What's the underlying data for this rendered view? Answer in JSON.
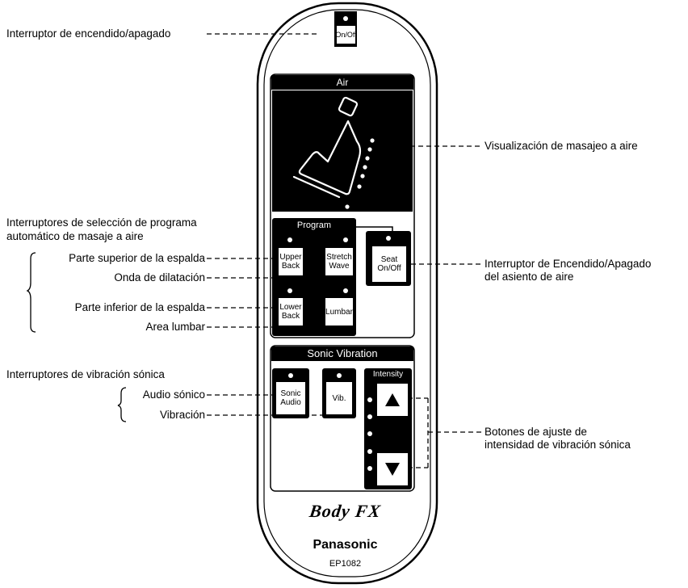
{
  "remote": {
    "on_off": "On/Off",
    "air_header": "Air",
    "program_header": "Program",
    "upper_back": "Upper\nBack",
    "stretch_wave": "Stretch\nWave",
    "seat_on_off": "Seat\nOn/Off",
    "lower_back": "Lower\nBack",
    "lumbar": "Lumbar",
    "sonic_header": "Sonic Vibration",
    "sonic_audio": "Sonic\nAudio",
    "vib": "Vib.",
    "intensity": "Intensity",
    "brand_logo": "Body FX",
    "brand": "Panasonic",
    "model": "EP1082"
  },
  "callouts": {
    "power_switch": "Interruptor de encendido/apagado",
    "air_display": "Visualización de masajeo a aire",
    "program_heading_1": "Interruptores de selección de programa",
    "program_heading_2": "automático de masaje a aire",
    "upper_back": "Parte superior de la espalda",
    "stretch_wave": "Onda de dilatación",
    "lower_back": "Parte inferior de la espalda",
    "lumbar": "Area lumbar",
    "seat_switch_1": "Interruptor de Encendido/Apagado",
    "seat_switch_2": "del asiento de aire",
    "sonic_heading": "Interruptores de vibración sónica",
    "sonic_audio": "Audio sónico",
    "vibration": "Vibración",
    "intensity_1": "Botones de ajuste de",
    "intensity_2": "intensidad de vibración sónica"
  }
}
